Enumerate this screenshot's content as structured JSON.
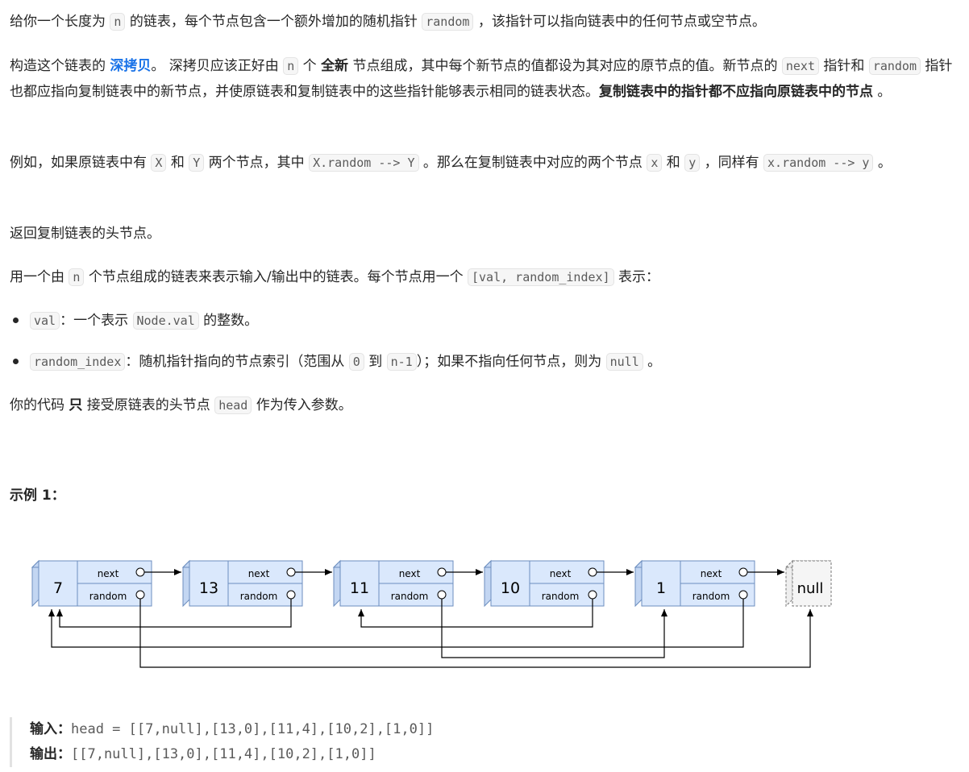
{
  "p1": {
    "t1": "给你一个长度为 ",
    "c1": "n",
    "t2": " 的链表，每个节点包含一个额外增加的随机指针 ",
    "c2": "random",
    "t3": " ，该指针可以指向链表中的任何节点或空节点。"
  },
  "p2": {
    "t1": "构造这个链表的 ",
    "link": "深拷贝",
    "t2": "。 深拷贝应该正好由 ",
    "c1": "n",
    "t3": " 个 ",
    "b1": "全新",
    "t4": " 节点组成，其中每个新节点的值都设为其对应的原节点的值。新节点的 ",
    "c2": "next",
    "t5": " 指针和 ",
    "c3": "random",
    "t6": " 指针也都应指向复制链表中的新节点，并使原链表和复制链表中的这些指针能够表示相同的链表状态。",
    "b2": "复制链表中的指针都不应指向原链表中的节点",
    "t7": " 。"
  },
  "p3": {
    "t1": "例如，如果原链表中有 ",
    "c1": "X",
    "t2": " 和 ",
    "c2": "Y",
    "t3": " 两个节点，其中 ",
    "c3": "X.random --> Y",
    "t4": " 。那么在复制链表中对应的两个节点 ",
    "c4": "x",
    "t5": " 和 ",
    "c5": "y",
    "t6": " ，同样有 ",
    "c6": "x.random --> y",
    "t7": " 。"
  },
  "p4": "返回复制链表的头节点。",
  "p5": {
    "t1": "用一个由 ",
    "c1": "n",
    "t2": " 个节点组成的链表来表示输入/输出中的链表。每个节点用一个 ",
    "c2": "[val, random_index]",
    "t3": " 表示："
  },
  "li1": {
    "c1": "val",
    "t1": "：一个表示 ",
    "c2": "Node.val",
    "t2": " 的整数。"
  },
  "li2": {
    "c1": "random_index",
    "t1": "：随机指针指向的节点索引（范围从 ",
    "c2": "0",
    "t2": " 到 ",
    "c3": "n-1",
    "t3": "）；如果不指向任何节点，则为  ",
    "c4": "null",
    "t4": " 。"
  },
  "p6": {
    "t1": "你的代码 ",
    "b1": "只",
    "t2": " 接受原链表的头节点 ",
    "c1": "head",
    "t3": " 作为传入参数。"
  },
  "example_title": "示例 1：",
  "diagram": {
    "nodes": [
      "7",
      "13",
      "11",
      "10",
      "1"
    ],
    "next_label": "next",
    "random_label": "random",
    "null_label": "null"
  },
  "example": {
    "input_label": "输入：",
    "input_value": "head = [[7,null],[13,0],[11,4],[10,2],[1,0]]",
    "output_label": "输出：",
    "output_value": "[[7,null],[13,0],[11,4],[10,2],[1,0]]"
  }
}
